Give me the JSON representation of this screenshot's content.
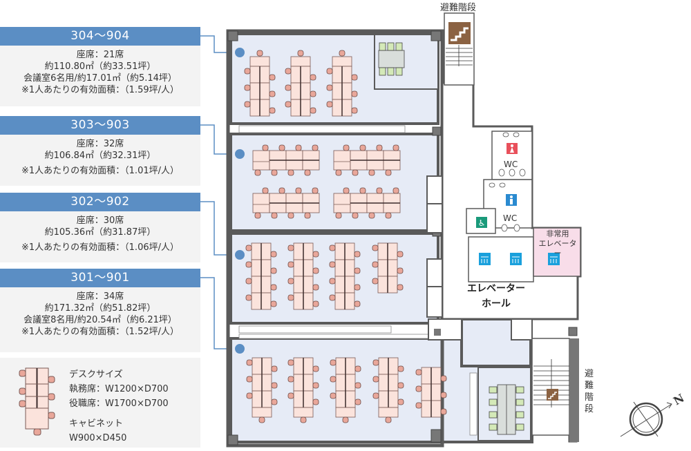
{
  "units": [
    {
      "name": "304〜904",
      "lines": [
        "座席：21席",
        "約110.80㎡（約33.51坪）",
        "会議室6名用/約17.01㎡（約5.14坪）",
        "※1人あたりの有効面積：（1.59坪/人）"
      ]
    },
    {
      "name": "303〜903",
      "lines": [
        "座席：32席",
        "約106.84㎡（約32.31坪）",
        "※1人あたりの有効面積：（1.01坪/人）"
      ]
    },
    {
      "name": "302〜902",
      "lines": [
        "座席：30席",
        "約105.36㎡（約31.87坪）",
        "※1人あたりの有効面積：（1.06坪/人）"
      ]
    },
    {
      "name": "301〜901",
      "lines": [
        "座席：34席",
        "約171.32㎡（約51.82坪）",
        "会議室8名用/約20.54㎡（約6.21坪）",
        "※1人あたりの有効面積：（1.52坪/人）"
      ]
    }
  ],
  "legend": {
    "title": "デスクサイズ",
    "staff_desk": "執務席：W1200×D700",
    "exec_desk": "役職席：W1700×D700",
    "cabinet_title": "キャビネット",
    "cabinet_size": "W900×D450"
  },
  "plan": {
    "stairs_top_label": "避難階段",
    "stairs_side_label": "避難階段",
    "wc_label": "WC",
    "emergency_elevator_label": [
      "非常用",
      "エレベーター"
    ],
    "elevator_hall_label": [
      "エレベーター",
      "ホール"
    ],
    "north_label": "N"
  },
  "colors": {
    "unit_header": "#5b8ec4",
    "room_fill": "#e6ebf6",
    "desk_fill": "#fbe3dc",
    "chair_fill": "#e9a79a",
    "meeting_table": "#d9dedb",
    "meeting_chair": "#d4e9b8",
    "wall": "#5a5a5a",
    "stair_icon": "#8b6242",
    "female_wc": "#e8505b",
    "male_wc": "#2a8ad0",
    "accessible_wc": "#1a9a7a",
    "elevator_icon": "#1aa0dc",
    "emergency_elevator_fill": "#f8dde9"
  }
}
